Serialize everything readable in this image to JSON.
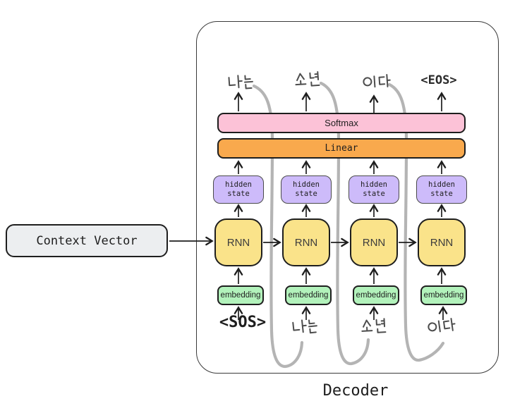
{
  "decoder_label": "Decoder",
  "context_vector": {
    "label": "Context Vector"
  },
  "layers": {
    "softmax_label": "Softmax",
    "linear_label": "Linear"
  },
  "columns": [
    {
      "output": "나는",
      "hidden_state": "hidden state",
      "rnn": "RNN",
      "embedding": "embedding",
      "input": "<SOS>"
    },
    {
      "output": "소년",
      "hidden_state": "hidden state",
      "rnn": "RNN",
      "embedding": "embedding",
      "input": "나는"
    },
    {
      "output": "이다",
      "hidden_state": "hidden state",
      "rnn": "RNN",
      "embedding": "embedding",
      "input": "소년"
    },
    {
      "output": "<EOS>",
      "hidden_state": "hidden state",
      "rnn": "RNN",
      "embedding": "embedding",
      "input": "이다"
    }
  ],
  "colors": {
    "softmax_bg": "#FCC2D7",
    "linear_bg": "#F9A94D",
    "rnn_bg": "#FAE38A",
    "embedding_bg": "#B2F2BB",
    "hidden_state_bg": "#CDBBFA",
    "context_vector_bg": "#ECEEF0",
    "connector_gray": "#B4B4B4",
    "stroke": "#1E1E1E"
  }
}
